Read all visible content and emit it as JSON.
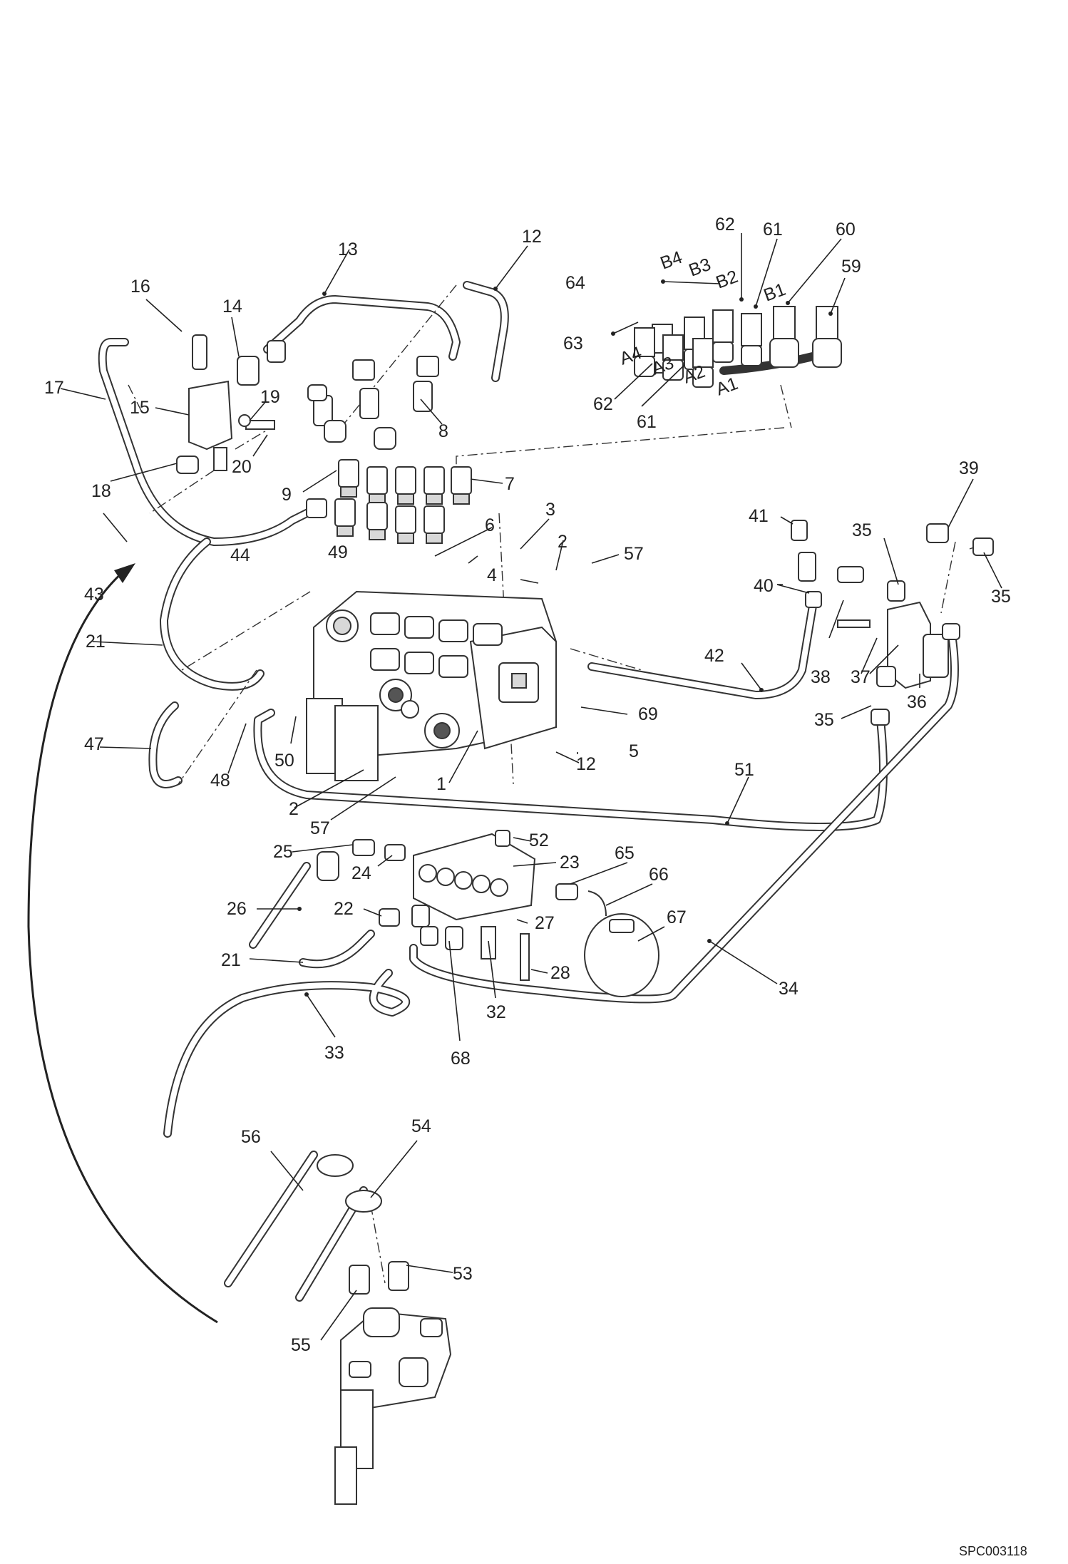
{
  "reference": "SPC003118",
  "callouts": {
    "c1": "1",
    "c2a": "2",
    "c2b": "2",
    "c3": "3",
    "c4": "4",
    "c5": "5",
    "c6": "6",
    "c7": "7",
    "c8": "8",
    "c9": "9",
    "c12a": "12",
    "c12b": "12",
    "c13": "13",
    "c14": "14",
    "c15": "15",
    "c16": "16",
    "c17": "17",
    "c18": "18",
    "c19": "19",
    "c20": "20",
    "c21a": "21",
    "c21b": "21",
    "c22": "22",
    "c23": "23",
    "c24": "24",
    "c25": "25",
    "c26": "26",
    "c27": "27",
    "c28": "28",
    "c32": "32",
    "c33": "33",
    "c34": "34",
    "c35a": "35",
    "c35b": "35",
    "c35c": "35",
    "c36": "36",
    "c37": "37",
    "c38": "38",
    "c39": "39",
    "c40": "40",
    "c41": "41",
    "c42": "42",
    "c43": "43",
    "c44": "44",
    "c47": "47",
    "c48": "48",
    "c49": "49",
    "c50": "50",
    "c51": "51",
    "c52": "52",
    "c53": "53",
    "c54": "54",
    "c55": "55",
    "c56": "56",
    "c57a": "57",
    "c57b": "57",
    "c59": "59",
    "c60": "60",
    "c61a": "61",
    "c61b": "61",
    "c62a": "62",
    "c62b": "62",
    "c63": "63",
    "c64": "64",
    "c65": "65",
    "c66": "66",
    "c67": "67",
    "c68": "68",
    "c69": "69"
  },
  "ports": {
    "a1": "A1",
    "a2": "A2",
    "a3": "A3",
    "a4": "A4",
    "b1": "B1",
    "b2": "B2",
    "b3": "B3",
    "b4": "B4"
  }
}
